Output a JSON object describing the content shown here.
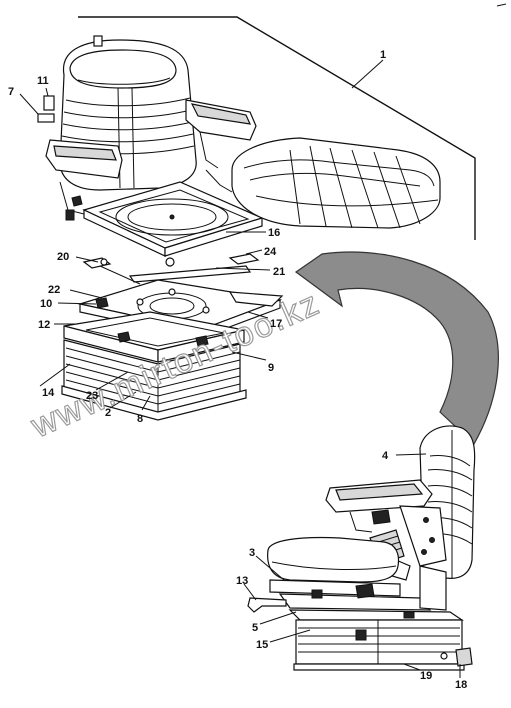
{
  "callouts": {
    "c1": "1",
    "c2": "2",
    "c3": "3",
    "c4": "4",
    "c5": "5",
    "c7": "7",
    "c8": "8",
    "c9": "9",
    "c10": "10",
    "c11": "11",
    "c12": "12",
    "c13": "13",
    "c14": "14",
    "c15": "15",
    "c16": "16",
    "c17": "17",
    "c18": "18",
    "c19": "19",
    "c20": "20",
    "c21": "21",
    "c22": "22",
    "c23": "23",
    "c24": "24"
  },
  "watermark": "www.mirton-too.kz",
  "colors": {
    "line": "#111111",
    "arrow": "#8c8c8c",
    "background": "#ffffff"
  }
}
